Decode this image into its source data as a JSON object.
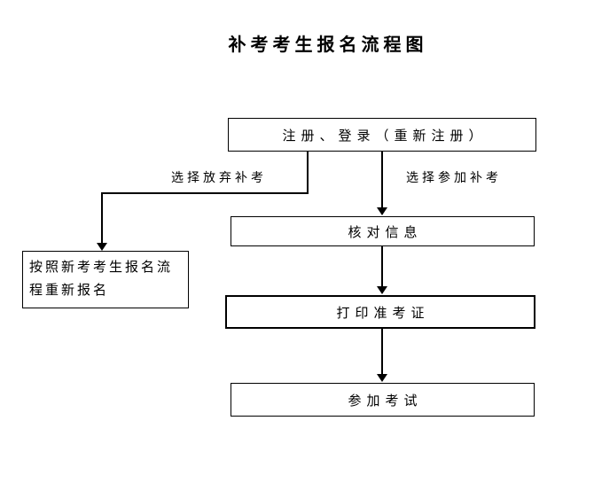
{
  "page": {
    "background_color": "#ffffff",
    "line_color": "#000000",
    "text_color": "#000000"
  },
  "title": "补考考生报名流程图",
  "flowchart": {
    "nodes": {
      "register": {
        "label": "注册、登录（重新注册）"
      },
      "reapply": {
        "label": "按照新考考生报名流程重新报名"
      },
      "verify_info": {
        "label": "核对信息"
      },
      "print_ticket": {
        "label": "打印准考证"
      },
      "take_exam": {
        "label": "参加考试"
      }
    },
    "edges": {
      "abandon": {
        "label": "选择放弃补考"
      },
      "participate": {
        "label": "选择参加补考"
      }
    }
  }
}
